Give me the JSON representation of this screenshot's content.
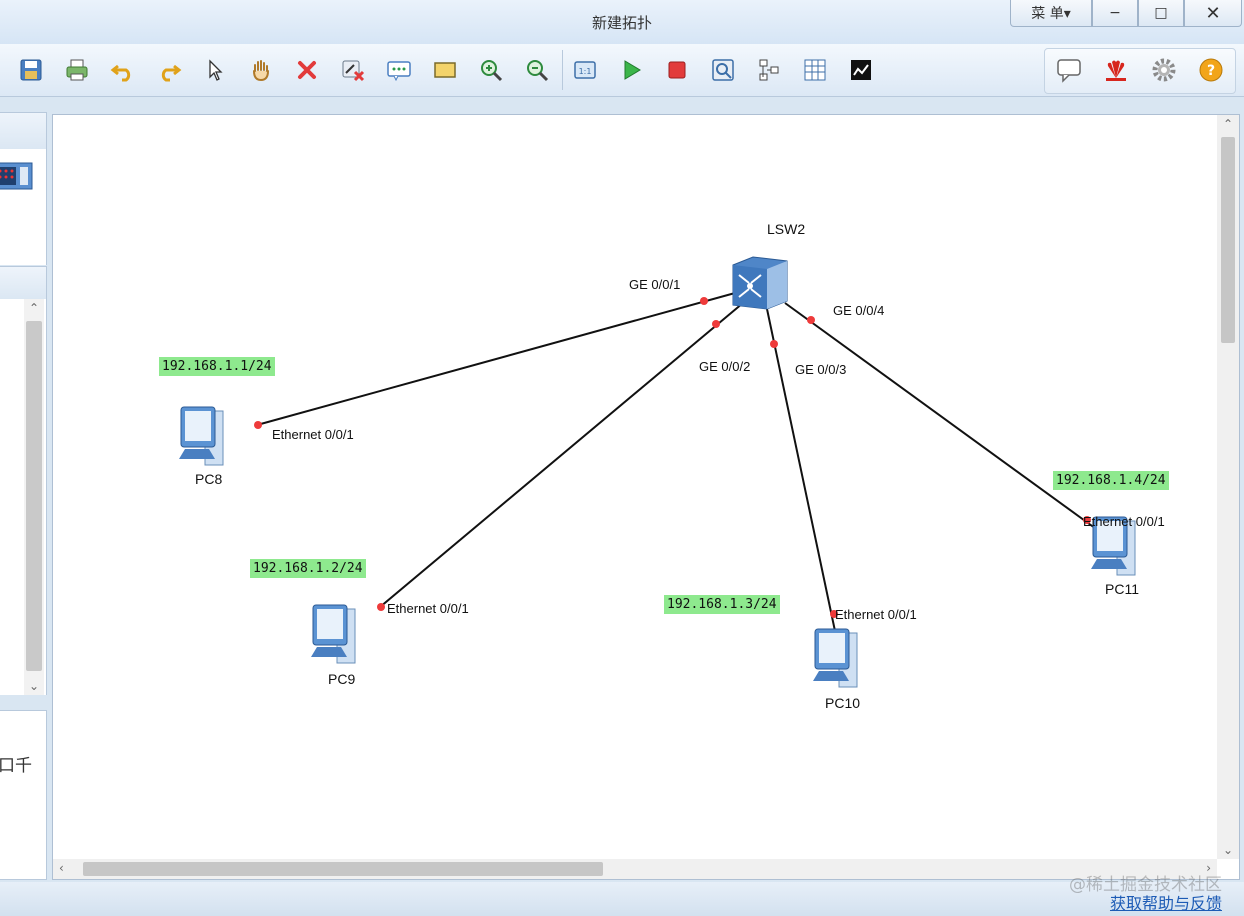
{
  "window": {
    "title": "新建拓扑",
    "menu_label": "菜 单▾",
    "minimize": "−",
    "maximize": "□",
    "close": "✕"
  },
  "toolbar": {
    "icons": [
      "save-icon",
      "print-icon",
      "undo-icon",
      "redo-icon",
      "select-pointer-icon",
      "pan-hand-icon",
      "delete-icon",
      "delete-link-icon",
      "text-note-icon",
      "rectangle-icon",
      "zoom-in-icon",
      "zoom-out-icon",
      "fit-view-icon",
      "start-device-icon",
      "stop-device-icon",
      "capture-icon",
      "topology-icon",
      "grid-icon",
      "console-icon"
    ],
    "right_icons": [
      "chat-icon",
      "huawei-logo-icon",
      "settings-gear-icon",
      "help-icon"
    ]
  },
  "left_panel": {
    "partial_text": "口千"
  },
  "topology": {
    "switch": {
      "name": "LSW2"
    },
    "pcs": [
      {
        "name": "PC8",
        "ip": "192.168.1.1/24",
        "port": "Ethernet 0/0/1",
        "switch_port": "GE 0/0/1"
      },
      {
        "name": "PC9",
        "ip": "192.168.1.2/24",
        "port": "Ethernet 0/0/1",
        "switch_port": "GE 0/0/2"
      },
      {
        "name": "PC10",
        "ip": "192.168.1.3/24",
        "port": "Ethernet 0/0/1",
        "switch_port": "GE 0/0/3"
      },
      {
        "name": "PC11",
        "ip": "192.168.1.4/24",
        "port": "Ethernet 0/0/1",
        "switch_port": "GE 0/0/4"
      }
    ]
  },
  "statusbar": {
    "help_link": "获取帮助与反馈",
    "watermark": "@稀土掘金技术社区"
  },
  "colors": {
    "ip_label_bg": "#8ee98e",
    "port_dot": "#ee3b3b",
    "link": "#111111"
  }
}
